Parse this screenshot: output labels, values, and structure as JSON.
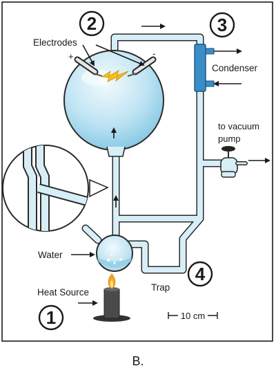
{
  "labels": {
    "electrodes": "Electrodes",
    "plus": "+",
    "minus": "-",
    "condenser": "Condenser",
    "vacuum_line1": "to vacuum",
    "vacuum_line2": "pump",
    "water": "Water",
    "heat_source": "Heat Source",
    "trap": "Trap",
    "scale": "10 cm"
  },
  "steps": [
    "2",
    "3",
    "1",
    "4"
  ],
  "caption": "B.",
  "colors": {
    "glass_fill": "#d7eef7",
    "glass_outline": "#2a2a2a",
    "flask_light": "#eaf6fb",
    "flask_dark": "#8fcde6",
    "condenser": "#3a8ec8",
    "spark": "#f2c21b",
    "flame": "#f5a623",
    "burner": "#444444"
  },
  "icons": [
    "spark-icon",
    "flame-icon",
    "stopcock-icon",
    "magnifier-icon"
  ]
}
